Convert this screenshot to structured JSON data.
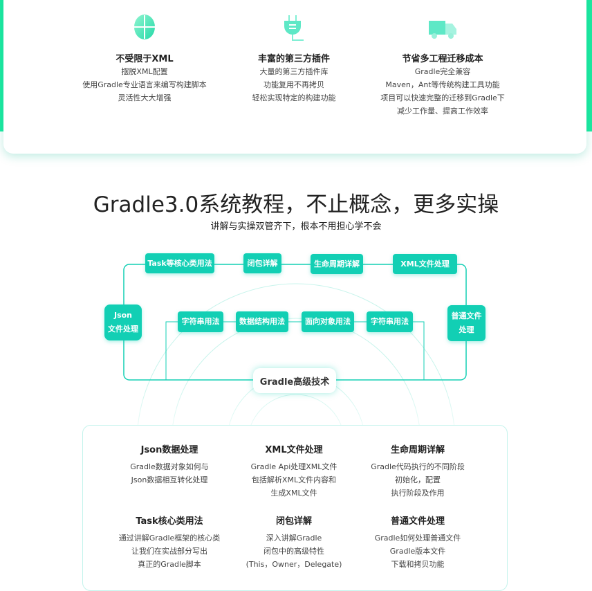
{
  "features": [
    {
      "icon": "globe-icon",
      "title": "不受限于XML",
      "lines": [
        "摆脱XML配置",
        "使用Gradle专业语言来编写构建脚本",
        "灵活性大大增强"
      ]
    },
    {
      "icon": "plug-icon",
      "title": "丰富的第三方插件",
      "lines": [
        "大量的第三方插件库",
        "功能复用不再拷贝",
        "轻松实现特定的构建功能"
      ]
    },
    {
      "icon": "truck-icon",
      "title": "节省多工程迁移成本",
      "lines": [
        "Gradle完全兼容",
        "Maven，Ant等传统构建工具功能",
        "项目可以快速完整的迁移到Gradle下",
        "减少工作量、提高工作效率"
      ]
    }
  ],
  "section": {
    "title": "Gradle3.0系统教程，不止概念，更多实操",
    "subtitle": "讲解与实操双管齐下，根本不用担心学不会"
  },
  "diagram": {
    "top": [
      "Task等核心类用法",
      "闭包详解",
      "生命周期详解",
      "XML文件处理"
    ],
    "left": [
      "Json",
      "文件处理"
    ],
    "right": [
      "普通文件",
      "处理"
    ],
    "inner": [
      "字符串用法",
      "数据结构用法",
      "面向对象用法",
      "字符串用法"
    ],
    "center": "Gradle高级技术"
  },
  "topics": [
    {
      "title": "Json数据处理",
      "lines": [
        "Gradle数据对象如何与",
        "Json数据相互转化处理"
      ]
    },
    {
      "title": "XML文件处理",
      "lines": [
        "Gradle Api处理XML文件",
        "包括解析XML文件内容和",
        "生成XML文件"
      ]
    },
    {
      "title": "生命周期详解",
      "lines": [
        "Gradle代码执行的不同阶段",
        "初始化，配置",
        "执行阶段及作用"
      ]
    },
    {
      "title": "Task核心类用法",
      "lines": [
        "通过讲解Gradle框架的核心类",
        "让我们在实战部分写出",
        "真正的Gradle脚本"
      ]
    },
    {
      "title": "闭包详解",
      "lines": [
        "深入讲解Gradle",
        "闭包中的高级特性",
        "(This，Owner，Delegate)"
      ]
    },
    {
      "title": "普通文件处理",
      "lines": [
        "Gradle如何处理普通文件",
        "Gradle版本文件",
        "下载和拷贝功能"
      ]
    }
  ],
  "colors": {
    "accent": "#12cfb4",
    "side": "#1de9a0"
  }
}
